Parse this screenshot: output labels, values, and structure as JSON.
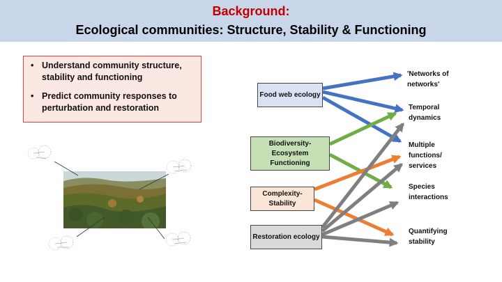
{
  "header": {
    "title_line1": "Background:",
    "title_line2": "Ecological communities: Structure, Stability & Functioning"
  },
  "objectives": [
    "Understand community structure, stability and functioning",
    "Predict community responses to perturbation and restoration"
  ],
  "sources": [
    {
      "label": "Food web ecology",
      "color": "#dae3f3"
    },
    {
      "label": "Biodiversity-Ecosystem Functioning",
      "color": "#c5e0b4"
    },
    {
      "label": "Complexity-Stability",
      "color": "#fbe5d6"
    },
    {
      "label": "Restoration ecology",
      "color": "#d9d9d9"
    }
  ],
  "targets": [
    "'Networks of networks'",
    "Temporal dynamics",
    "Multiple functions/ services",
    "Species interactions",
    "Quantifying stability"
  ],
  "arrow_colors": {
    "blue": "#4472c4",
    "green": "#70ad47",
    "orange": "#ed7d31",
    "gray": "#7f7f7f"
  },
  "links": [
    {
      "from": "Food web ecology",
      "to": [
        "'Networks of networks'",
        "Temporal dynamics",
        "Multiple functions/ services"
      ],
      "color": "blue"
    },
    {
      "from": "Biodiversity-Ecosystem Functioning",
      "to": [
        "Temporal dynamics",
        "Species interactions"
      ],
      "color": "green"
    },
    {
      "from": "Complexity-Stability",
      "to": [
        "Multiple functions/ services",
        "Quantifying stability"
      ],
      "color": "orange"
    },
    {
      "from": "Restoration ecology",
      "to": [
        "Temporal dynamics",
        "Multiple functions/ services",
        "Species interactions",
        "Quantifying stability"
      ],
      "color": "gray"
    }
  ],
  "illustrations": [
    "network-diagram-icon",
    "landscape-photo"
  ]
}
